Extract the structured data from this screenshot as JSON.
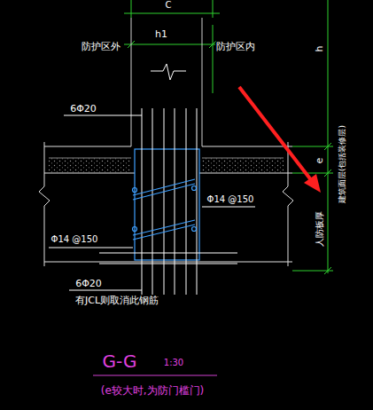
{
  "diagram": {
    "labels": [
      "C",
      "h1",
      "防护区外",
      "防护区内",
      "6Φ20",
      "Φ14 @150",
      "Φ14 @150",
      "6Φ20",
      "有JCL则取消此钢筋",
      "h",
      "e",
      "建筑面层(包括装修层)",
      "人防板厚",
      "G-G",
      "1:30",
      "(e较大时,为防门槛门)"
    ]
  }
}
